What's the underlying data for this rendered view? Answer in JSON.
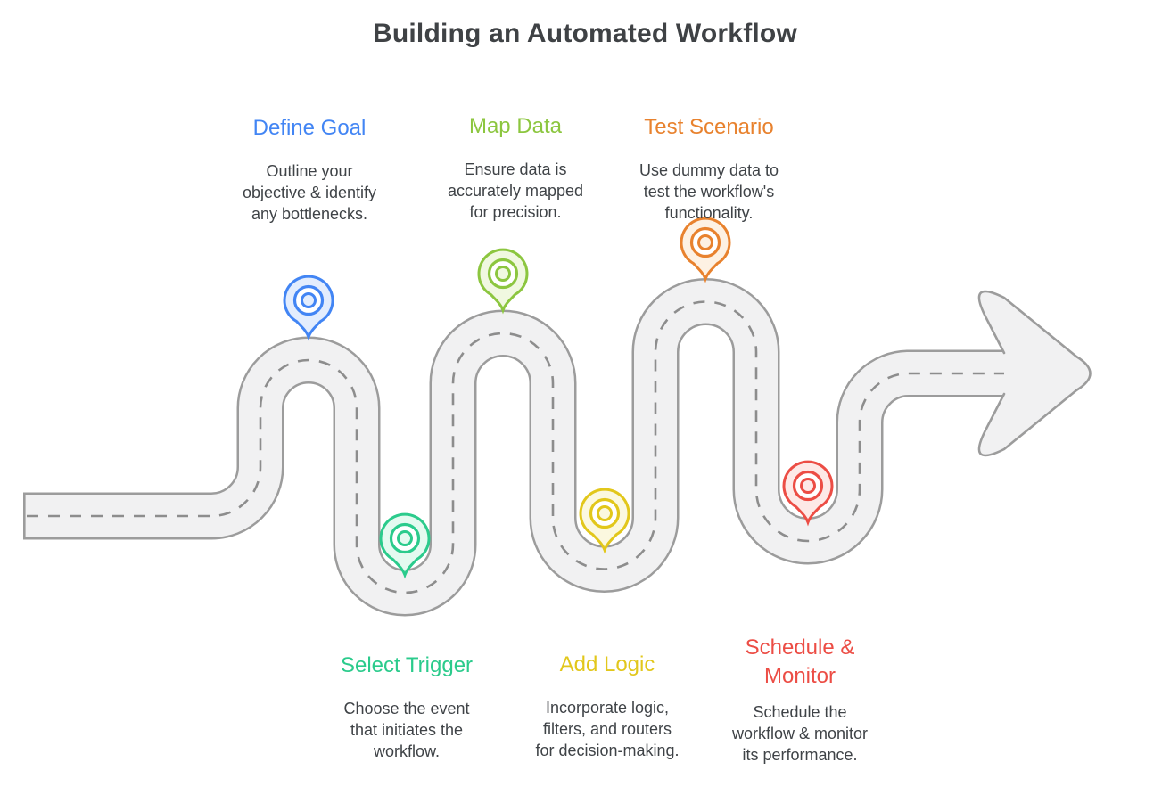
{
  "title": "Building an Automated Workflow",
  "colors": {
    "heading_text": "#3F4245",
    "body_text": "#3F4347",
    "road_fill": "#F1F1F2",
    "road_edge": "#9C9C9C",
    "dash": "#8D8D8D"
  },
  "road": {
    "description": "winding road with dashed center line ending in a right-pointing arrow",
    "direction": "left-to-right"
  },
  "milestones": [
    {
      "id": "define-goal",
      "label": "Define Goal",
      "description": "Outline your\nobjective & identify\nany bottlenecks.",
      "color": "#4285F4",
      "tint": "#E3EDFD",
      "icon": "location-pin",
      "position": "top"
    },
    {
      "id": "map-data",
      "label": "Map Data",
      "description": "Ensure data is\naccurately mapped\nfor precision.",
      "color": "#8CC63F",
      "tint": "#F0F8E0",
      "icon": "location-pin",
      "position": "top"
    },
    {
      "id": "test-scenario",
      "label": "Test Scenario",
      "description": "Use dummy data to\ntest the workflow's\nfunctionality.",
      "color": "#E8822E",
      "tint": "#FDF1E3",
      "icon": "location-pin",
      "position": "top"
    },
    {
      "id": "select-trigger",
      "label": "Select Trigger",
      "description": "Choose the event\nthat initiates the\nworkflow.",
      "color": "#2BCB8C",
      "tint": "#E4FAF0",
      "icon": "location-pin",
      "position": "bottom"
    },
    {
      "id": "add-logic",
      "label": "Add Logic",
      "description": "Incorporate logic,\nfilters, and routers\nfor decision-making.",
      "color": "#E2C71B",
      "tint": "#FBF8DF",
      "icon": "location-pin",
      "position": "bottom"
    },
    {
      "id": "schedule-monitor",
      "label": "Schedule &\nMonitor",
      "description": "Schedule the\nworkflow & monitor\nits performance.",
      "color": "#EC4D45",
      "tint": "#FDE9E7",
      "icon": "location-pin",
      "position": "bottom"
    }
  ]
}
